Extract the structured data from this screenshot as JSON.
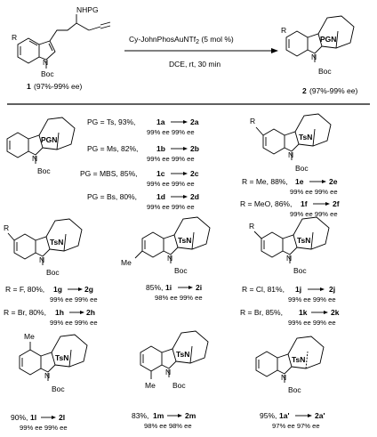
{
  "header": {
    "reactant_label": "1",
    "reactant_ee": "(97%-99% ee)",
    "product_label": "2",
    "product_ee": "(97%-99% ee)",
    "catalyst": "Cy-JohnPhosAuNTf",
    "catalyst_sub": "2",
    "catalyst_load": " (5 mol %)",
    "conditions": "DCE, rt, 30 min",
    "nhpg": "NHPG",
    "boc": "Boc",
    "r": "R",
    "n": "N",
    "pgn": "PGN"
  },
  "pg_list": [
    {
      "pg": "PG = Ts, 93%,",
      "from": "1a",
      "to": "2a",
      "ee": "99% ee   99% ee"
    },
    {
      "pg": "PG = Ms, 82%,",
      "from": "1b",
      "to": "2b",
      "ee": "99% ee   99% ee"
    },
    {
      "pg": "PG = MBS, 85%,",
      "from": "1c",
      "to": "2c",
      "ee": "99% ee   99% ee"
    },
    {
      "pg": "PG = Bs, 80%,",
      "from": "1d",
      "to": "2d",
      "ee": "99% ee   99% ee"
    }
  ],
  "entries_e": [
    {
      "desc": "R = Me, 88%,",
      "from": "1e",
      "to": "2e",
      "ee": "99% ee   99% ee"
    },
    {
      "desc": "R = MeO, 86%,",
      "from": "1f",
      "to": "2f",
      "ee": "99% ee   99% ee"
    }
  ],
  "entries_g": [
    {
      "desc": "R = F, 80%,",
      "from": "1g",
      "to": "2g",
      "ee": "99% ee   99% ee"
    },
    {
      "desc": "R = Br, 80%,",
      "from": "1h",
      "to": "2h",
      "ee": "99% ee   99% ee"
    }
  ],
  "entry_i": {
    "desc": "85%,",
    "from": "1i",
    "to": "2i",
    "ee": "98% ee   99% ee"
  },
  "entries_j": [
    {
      "desc": "R = Cl, 81%,",
      "from": "1j",
      "to": "2j",
      "ee": "99% ee   99% ee"
    },
    {
      "desc": "R = Br, 85%,",
      "from": "1k",
      "to": "2k",
      "ee": "99% ee   99% ee"
    }
  ],
  "entry_l": {
    "desc": "90%,",
    "from": "1l",
    "to": "2l",
    "ee": "99% ee   99% ee"
  },
  "entry_m": {
    "desc": "83%,",
    "from": "1m",
    "to": "2m",
    "ee": "98% ee   98% ee"
  },
  "entry_a": {
    "desc": "95%,",
    "from": "1a'",
    "to": "2a'",
    "ee": "97% ee   97% ee"
  },
  "labels": {
    "tsn": "TsN",
    "me": "Me",
    "boc": "Boc",
    "n": "N",
    "r": "R"
  }
}
